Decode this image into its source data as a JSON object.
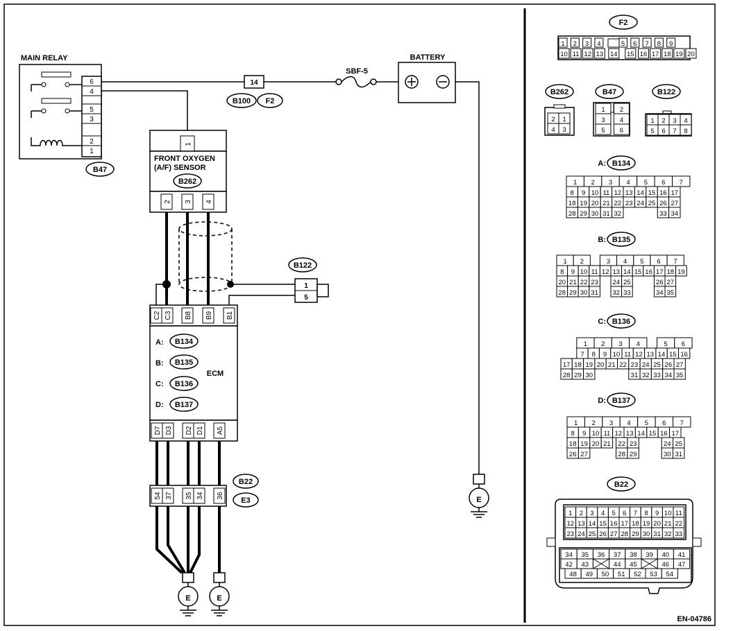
{
  "main_relay": {
    "title": "MAIN RELAY",
    "connector": "B47",
    "pins": [
      "6",
      "4",
      "5",
      "3",
      "2",
      "1"
    ]
  },
  "battery": {
    "title": "BATTERY",
    "fuse": "SBF-5"
  },
  "f2_inline": {
    "pin": "14",
    "connectors": [
      "B100",
      "F2"
    ]
  },
  "sensor": {
    "line1": "FRONT OXYGEN",
    "line2": "(A/F) SENSOR",
    "connector": "B262",
    "top_pin": "1",
    "bottom_pins": [
      "2",
      "3",
      "4"
    ]
  },
  "b122": {
    "id": "B122",
    "pins": [
      "1",
      "5"
    ]
  },
  "ecm": {
    "title": "ECM",
    "top_pins": [
      "C2",
      "C3",
      "B8",
      "B9",
      "B1"
    ],
    "bottom_pins": [
      "D7",
      "D3",
      "D2",
      "D1",
      "A5"
    ],
    "connectors": [
      {
        "prefix": "A:",
        "id": "B134"
      },
      {
        "prefix": "B:",
        "id": "B135"
      },
      {
        "prefix": "C:",
        "id": "B136"
      },
      {
        "prefix": "D:",
        "id": "B137"
      }
    ]
  },
  "b22_inline": {
    "ids": [
      "B22",
      "E3"
    ],
    "pins": [
      "54",
      "37",
      "35",
      "34",
      "36"
    ]
  },
  "ground": "E",
  "doc_id": "EN-04786",
  "connector_views": {
    "f2": {
      "title": "F2",
      "rows": [
        [
          "1",
          "2",
          "3",
          "4",
          "",
          "5",
          "6",
          "7",
          "8",
          "9"
        ],
        [
          "10",
          "11",
          "12",
          "13",
          "14",
          "15",
          "16",
          "17",
          "18",
          "19",
          "20"
        ]
      ]
    },
    "b262": {
      "title": "B262",
      "rows": [
        [
          "2",
          "1"
        ],
        [
          "4",
          "3"
        ]
      ]
    },
    "b47": {
      "title": "B47",
      "rows": [
        [
          "1",
          "2"
        ],
        [
          "3",
          "4"
        ],
        [
          "5",
          "6"
        ]
      ]
    },
    "b122": {
      "title": "B122",
      "rows": [
        [
          "1",
          "2",
          "3",
          "4"
        ],
        [
          "5",
          "6",
          "7",
          "8"
        ]
      ]
    },
    "b134": {
      "prefix": "A:",
      "title": "B134",
      "rows": [
        [
          "1",
          "2",
          "3",
          "4",
          "5",
          "6",
          "7"
        ],
        [
          "8",
          "9",
          "10",
          "11",
          "12",
          "13",
          "14",
          "15",
          "16",
          "17"
        ],
        [
          "18",
          "19",
          "20",
          "21",
          "22",
          "23",
          "24",
          "25",
          "26",
          "27"
        ],
        [
          "28",
          "29",
          "30",
          "31",
          "32",
          "33",
          "34"
        ]
      ]
    },
    "b135": {
      "prefix": "B:",
      "title": "B135",
      "rows": [
        [
          "1",
          "2",
          "3",
          "4",
          "5",
          "6",
          "7"
        ],
        [
          "8",
          "9",
          "10",
          "11",
          "12",
          "13",
          "14",
          "15",
          "16",
          "17",
          "18",
          "19"
        ],
        [
          "20",
          "21",
          "22",
          "23",
          "24",
          "25",
          "26",
          "27"
        ],
        [
          "28",
          "29",
          "30",
          "31",
          "32",
          "33",
          "34",
          "35"
        ]
      ]
    },
    "b136": {
      "prefix": "C:",
      "title": "B136",
      "rows": [
        [
          "1",
          "2",
          "3",
          "4",
          "5",
          "6"
        ],
        [
          "7",
          "8",
          "9",
          "10",
          "11",
          "12",
          "13",
          "14",
          "15",
          "16"
        ],
        [
          "17",
          "18",
          "19",
          "20",
          "21",
          "22",
          "23",
          "24",
          "25",
          "26",
          "27"
        ],
        [
          "28",
          "29",
          "30",
          "31",
          "32",
          "33",
          "34",
          "35"
        ]
      ]
    },
    "b137": {
      "prefix": "D:",
      "title": "B137",
      "rows": [
        [
          "1",
          "2",
          "3",
          "4",
          "5",
          "6",
          "7"
        ],
        [
          "8",
          "9",
          "10",
          "11",
          "12",
          "13",
          "14",
          "15",
          "16",
          "17"
        ],
        [
          "18",
          "19",
          "20",
          "21",
          "22",
          "23",
          "24",
          "25"
        ],
        [
          "26",
          "27",
          "28",
          "29",
          "30",
          "31"
        ]
      ]
    },
    "b22": {
      "title": "B22",
      "rows": [
        [
          "1",
          "2",
          "3",
          "4",
          "5",
          "6",
          "7",
          "8",
          "9",
          "10",
          "11"
        ],
        [
          "12",
          "13",
          "14",
          "15",
          "16",
          "17",
          "18",
          "19",
          "20",
          "21",
          "22"
        ],
        [
          "23",
          "24",
          "25",
          "26",
          "27",
          "28",
          "29",
          "30",
          "31",
          "32",
          "33"
        ],
        [
          "34",
          "35",
          "36",
          "37",
          "38",
          "39",
          "40",
          "41"
        ],
        [
          "42",
          "43",
          "44",
          "45",
          "46",
          "47"
        ],
        [
          "48",
          "49",
          "50",
          "51",
          "52",
          "53",
          "54"
        ]
      ]
    }
  }
}
